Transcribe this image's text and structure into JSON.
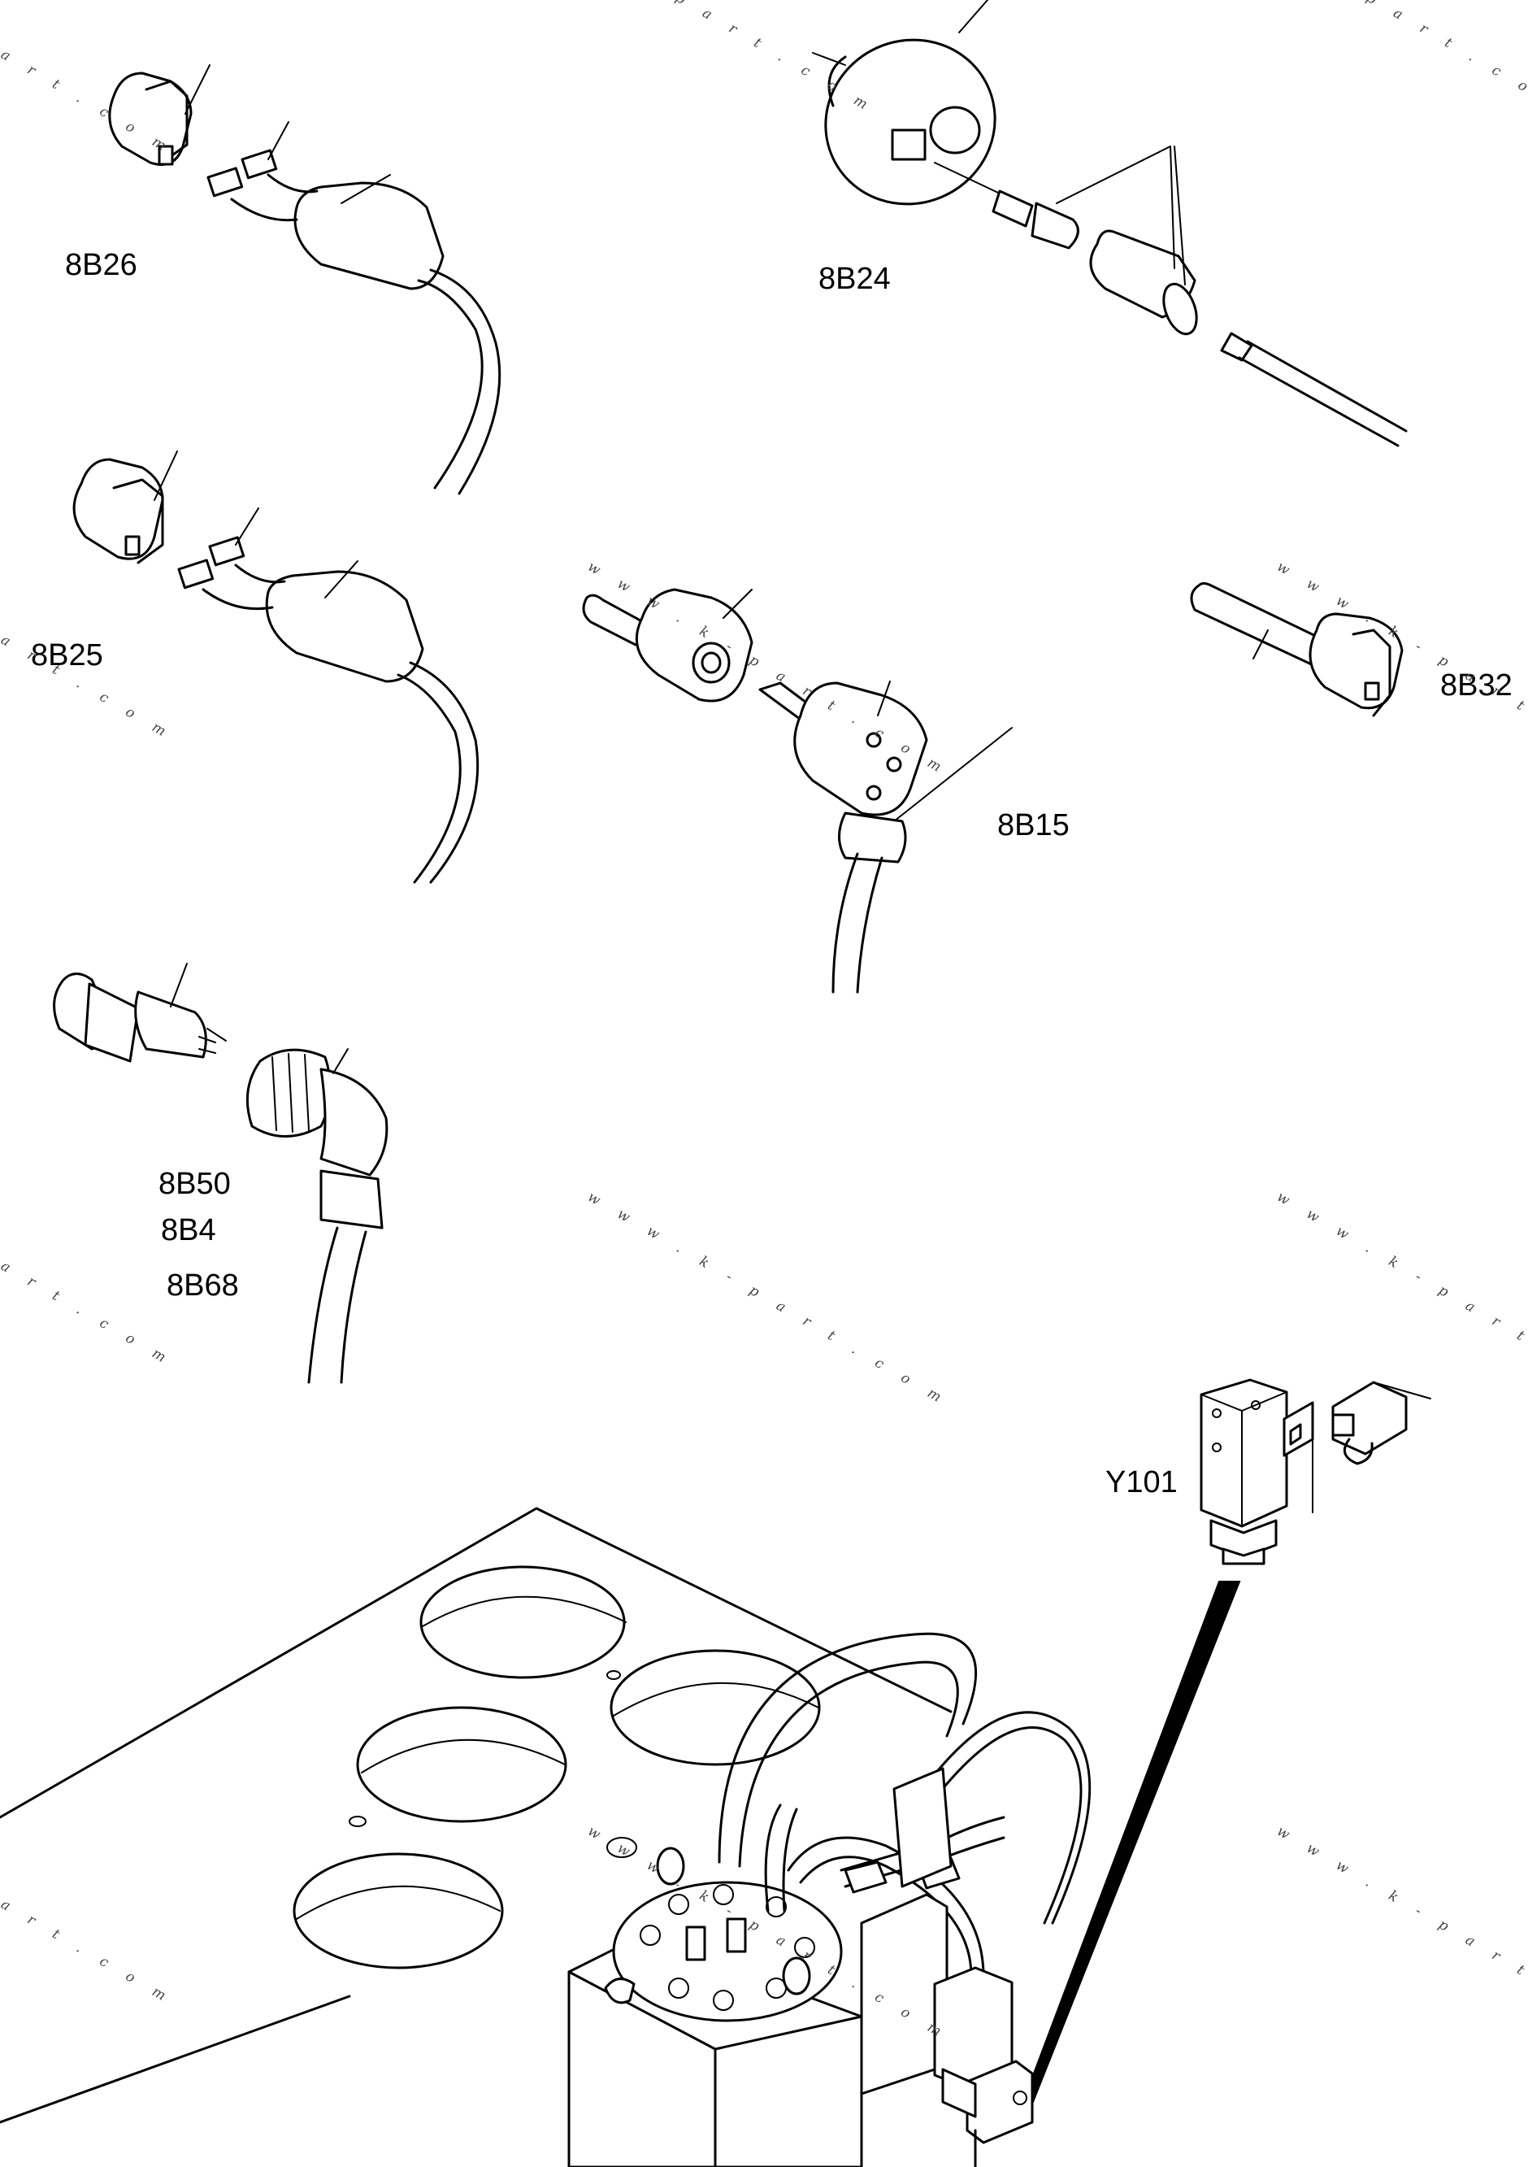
{
  "labels": {
    "b26": "8B26",
    "b24": "8B24",
    "b25": "8B25",
    "b15": "8B15",
    "b32": "8B32",
    "b50": "8B50",
    "b4": "8B4",
    "b68": "8B68",
    "y101": "Y101"
  },
  "watermark": {
    "full": "w w w . k - p a r t . c o m",
    "tail": "a r t . c o m",
    "head": "p a r t . c o m"
  }
}
